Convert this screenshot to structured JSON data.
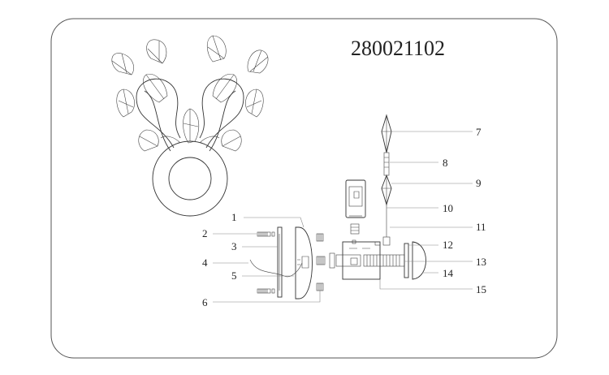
{
  "model_number": "280021102",
  "callouts": [
    {
      "id": "1",
      "text": "1"
    },
    {
      "id": "2",
      "text": "2"
    },
    {
      "id": "3",
      "text": "3"
    },
    {
      "id": "4",
      "text": "4"
    },
    {
      "id": "5",
      "text": "5"
    },
    {
      "id": "6",
      "text": "6"
    },
    {
      "id": "7",
      "text": "7"
    },
    {
      "id": "8",
      "text": "8"
    },
    {
      "id": "9",
      "text": "9"
    },
    {
      "id": "10",
      "text": "10"
    },
    {
      "id": "11",
      "text": "11"
    },
    {
      "id": "12",
      "text": "12"
    },
    {
      "id": "13",
      "text": "13"
    },
    {
      "id": "14",
      "text": "14"
    },
    {
      "id": "15",
      "text": "15"
    }
  ]
}
